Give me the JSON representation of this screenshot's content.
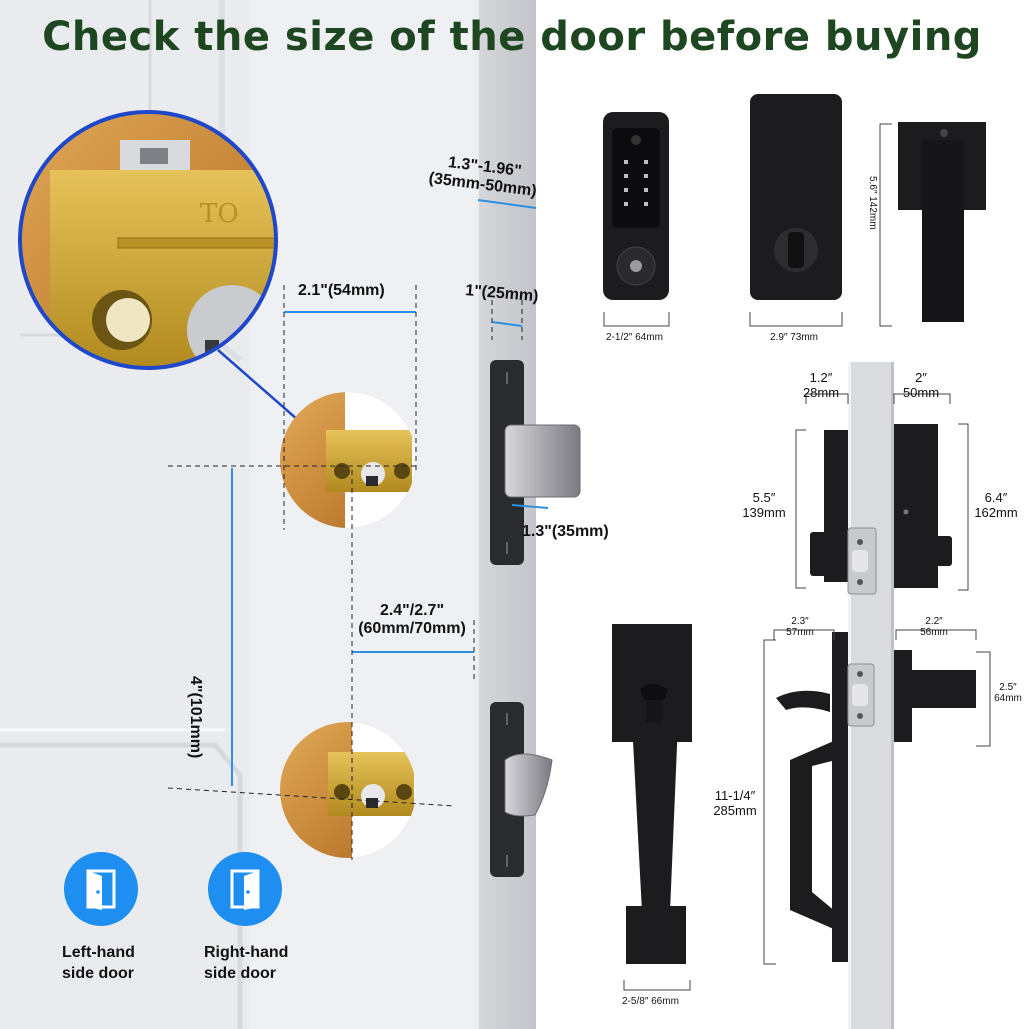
{
  "title": "Check the size of the door before buying",
  "dimensions": {
    "edge_thickness": "1.3\"-1.96\"",
    "edge_thickness_mm": "(35mm-50mm)",
    "faceplate_width": "1\"(25mm)",
    "bolt_hole_width": "2.1\"(54mm)",
    "bolt_throw": "1.3\"(35mm)",
    "backset": "2.4\"/2.7\"",
    "backset_mm": "(60mm/70mm)",
    "hole_spacing": "4\"(101mm)"
  },
  "handing": {
    "left_label_1": "Left-hand",
    "left_label_2": "side door",
    "right_label_1": "Right-hand",
    "right_label_2": "side door"
  },
  "deadbolt_specs": {
    "front_width": "2-1/2″  64mm",
    "back_width": "2.9″  73mm",
    "lever_height": "5.6″  142mm",
    "front_depth_in": "1.2″",
    "front_depth_mm": "28mm",
    "back_depth_in": "2″",
    "back_depth_mm": "50mm",
    "front_height_in": "5.5″",
    "front_height_mm": "139mm",
    "back_height_in": "6.4″",
    "back_height_mm": "162mm"
  },
  "handleset_specs": {
    "front_depth_in": "2.3″",
    "front_depth_mm": "57mm",
    "back_depth_in": "2.2″",
    "back_depth_mm": "56mm",
    "lever_size_in": "2.5″",
    "lever_size_mm": "64mm",
    "height_in": "11-1/4″",
    "height_mm": "285mm",
    "plate_width": "2-5/8″  66mm"
  },
  "colors": {
    "title": "#1e4620",
    "dimension_line": "#2f8fe0",
    "hardware": "#1c1c1e",
    "brass": "#c9a227",
    "wood": "#c8893a",
    "door_icon": "#1e8ff0"
  }
}
